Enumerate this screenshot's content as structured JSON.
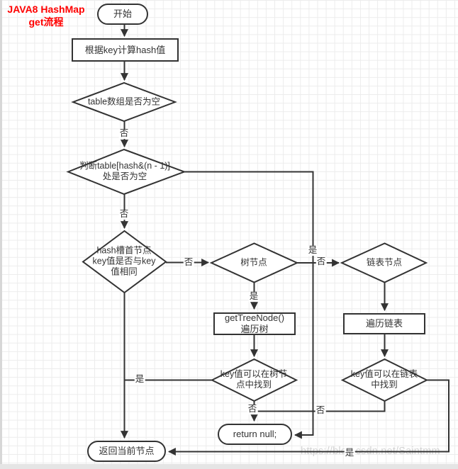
{
  "title": {
    "line1": "JAVA8 HashMap",
    "line2": "get流程"
  },
  "nodes": {
    "start": "开始",
    "calc_hash": "根据key计算hash值",
    "table_empty": "table数组是否为空",
    "slot_empty": "判断table[hash&(n - 1)]\n处是否为空",
    "head_key_match": "hash槽首节点\nkey值是否与key\n值相同",
    "tree_node": "树节点",
    "list_node": "链表节点",
    "get_tree_node": "getTreeNode()\n遍历树",
    "traverse_list": "遍历链表",
    "found_in_tree": "key值可以在树节\n点中找到",
    "found_in_list": "key值可以在链表\n中找到",
    "return_null": "return null;",
    "return_current": "返回当前节点"
  },
  "edge_labels": {
    "table_empty_no": "否",
    "slot_empty_no": "否",
    "slot_empty_yes": "是",
    "head_match_no": "否",
    "head_match_yes": "是",
    "tree_yes": "是",
    "tree_no": "否",
    "found_tree_no": "否",
    "found_list_no": "否",
    "found_list_yes": "是"
  },
  "watermark": "https://blog.csdn.net/Saintmm",
  "colors": {
    "line": "#333333",
    "title_red": "#ff0000",
    "grid": "#ececec"
  }
}
